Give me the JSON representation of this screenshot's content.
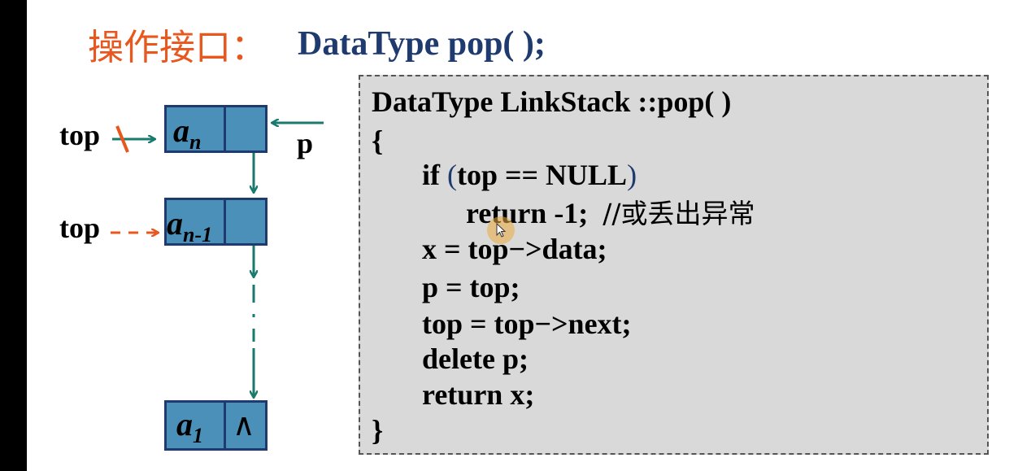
{
  "title": {
    "label_cn": "操作接口：",
    "signature": "DataType pop( );"
  },
  "diagram": {
    "top_label_1": "top",
    "top_label_2": "top",
    "p_label": "p",
    "node_top_data": "a",
    "node_top_sub": "n",
    "node_second_data": "a",
    "node_second_sub": "n-1",
    "node_last_data": "a",
    "node_last_sub": "1",
    "null_symbol": "∧"
  },
  "code": {
    "lines": [
      "DataType LinkStack ::pop( )",
      "{",
      "if",
      "(",
      "top == NULL",
      ")",
      "return -1;  ",
      "//或丢出异常",
      "x = top−>data;",
      "p = top;",
      "top = top−>next;",
      "delete p;",
      "return x;",
      "}"
    ]
  },
  "colors": {
    "title_cn": "#e8571e",
    "title_code": "#1f3a6e",
    "node_fill": "#4a90b8",
    "node_border": "#1f3a6e",
    "arrow_teal": "#1a7a6e",
    "arrow_orange": "#e8571e",
    "code_bg": "#d9d9d9"
  }
}
